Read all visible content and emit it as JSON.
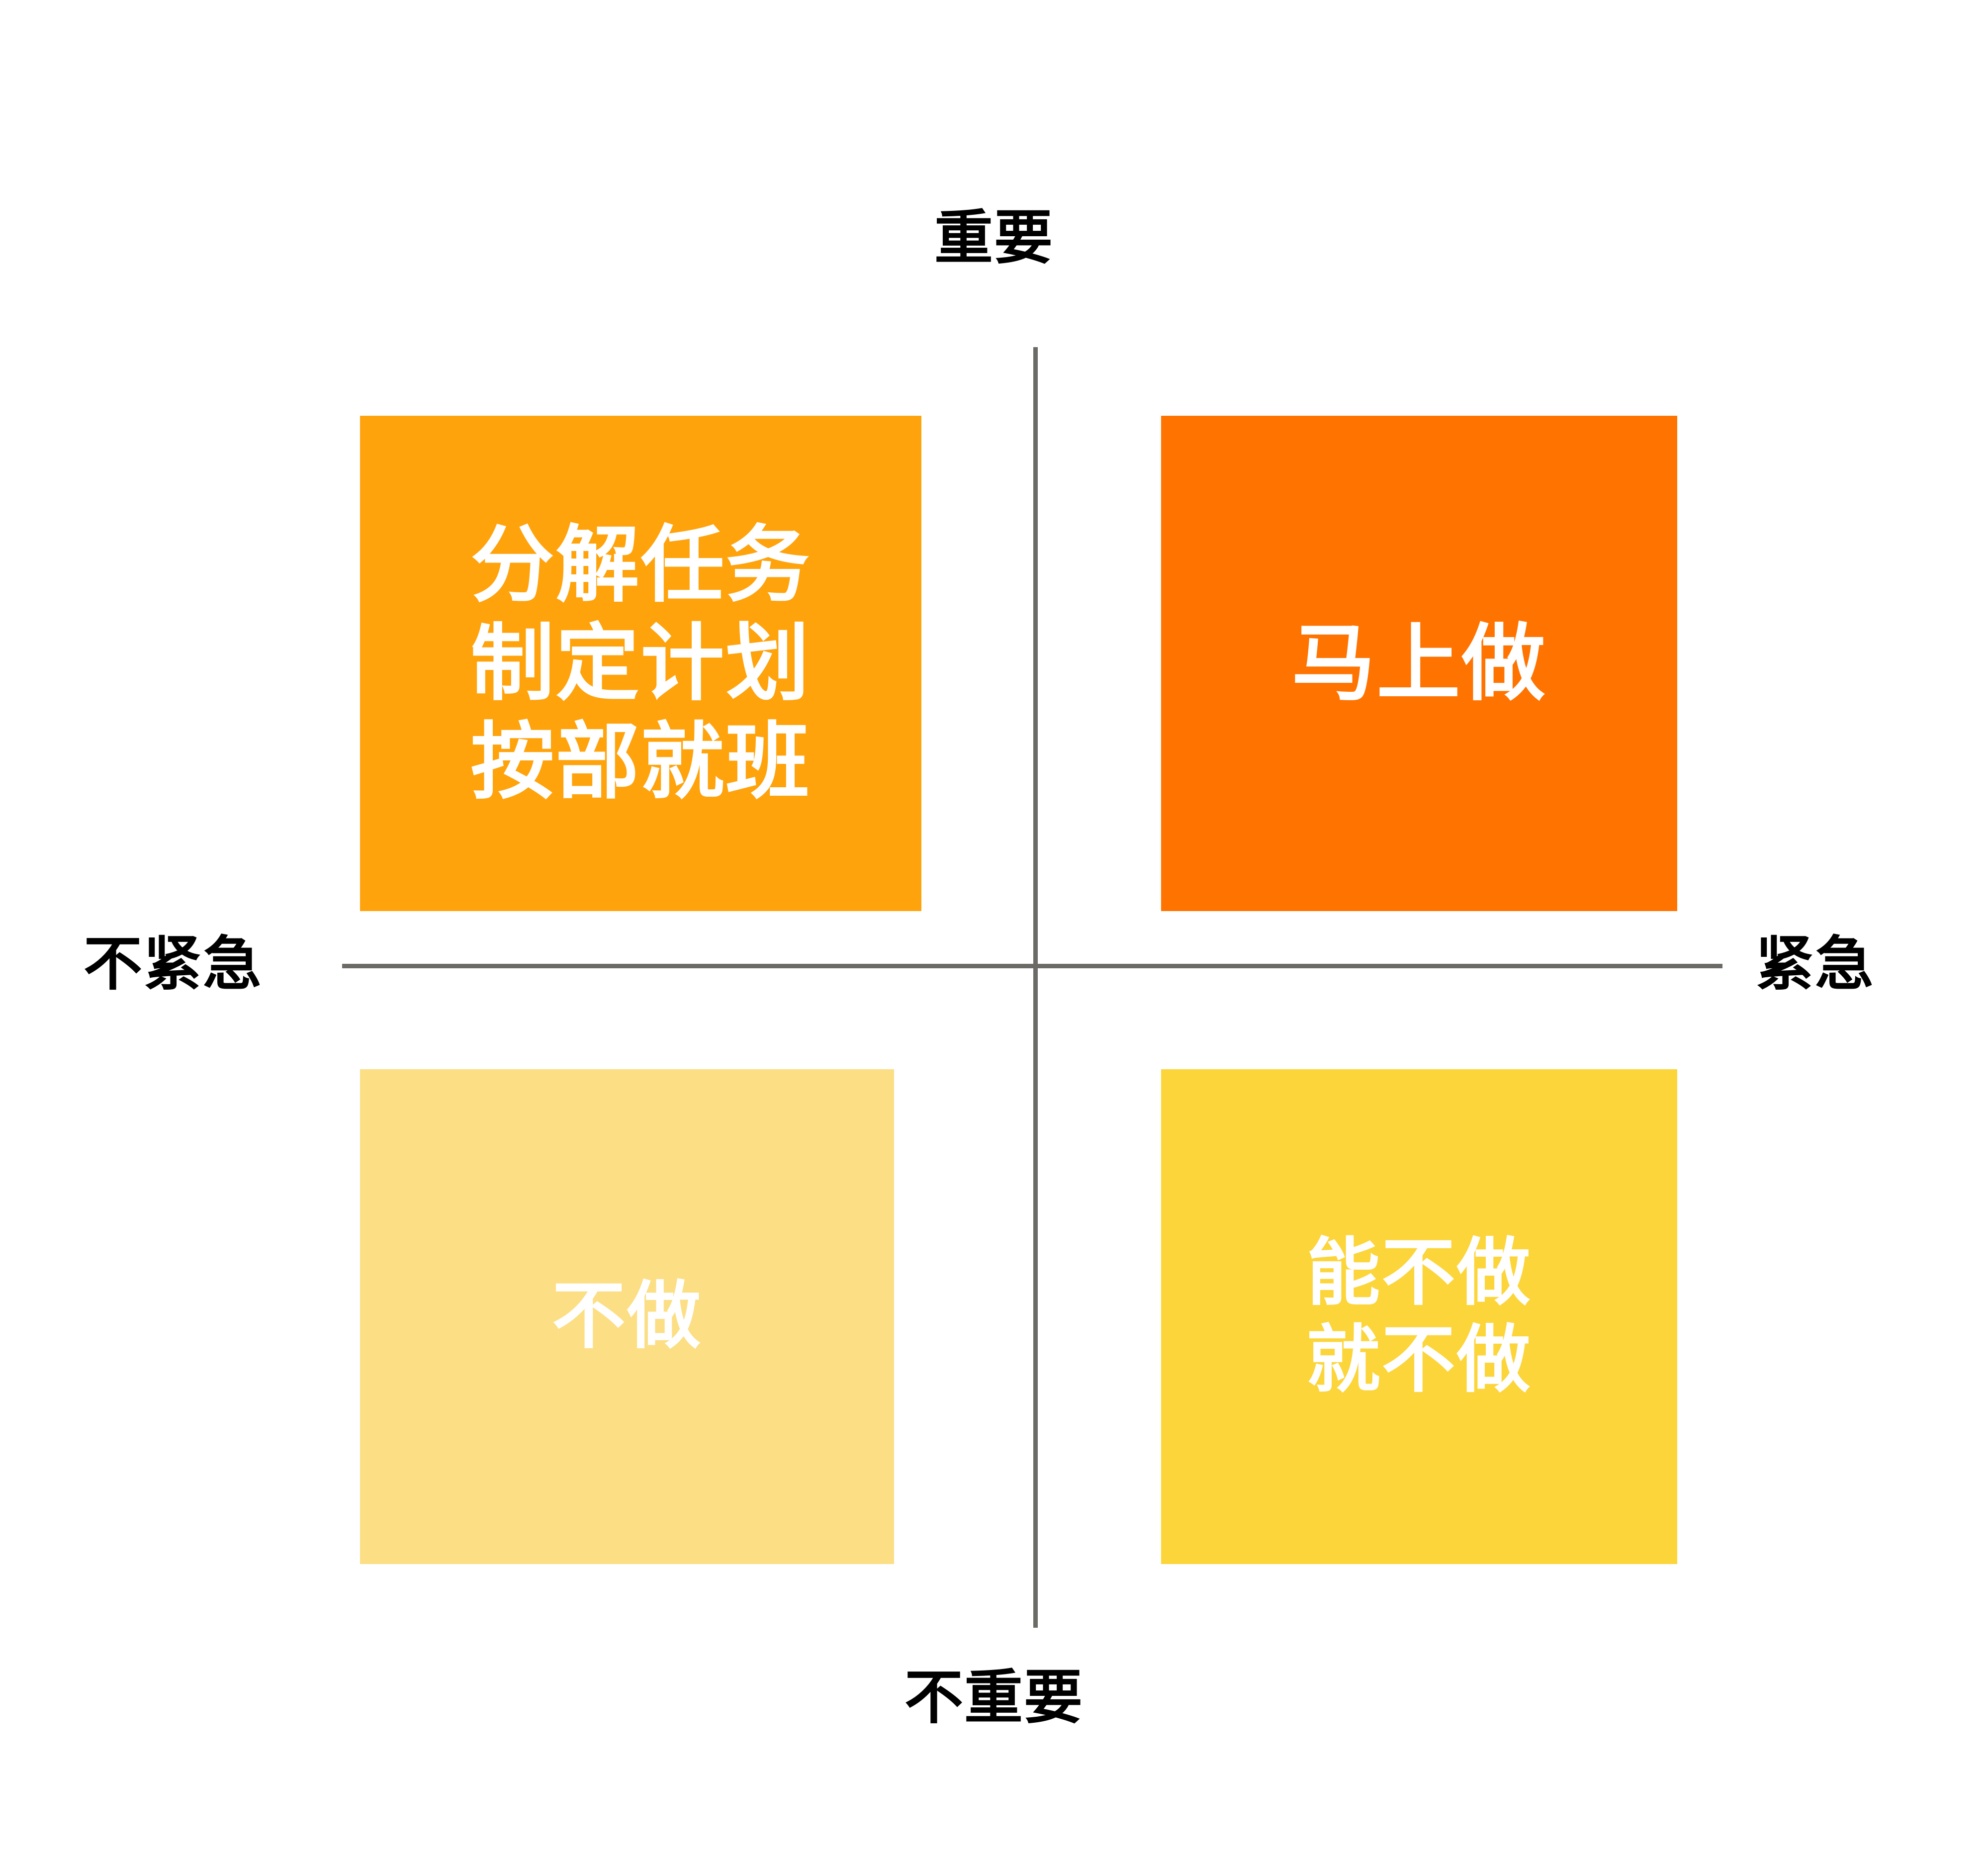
{
  "diagram": {
    "type": "eisenhower-matrix",
    "background_color": "#ffffff",
    "axis_color": "#6b6a66",
    "axes": {
      "top_label": "重要",
      "bottom_label": "不重要",
      "left_label": "不紧急",
      "right_label": "紧急"
    },
    "quadrants": [
      {
        "id": "important-not-urgent",
        "position": "top-left",
        "color": "#ffa30c",
        "text_color": "#ffffff",
        "lines": [
          "分解任务",
          "制定计划",
          "按部就班"
        ],
        "text": "分解任务\n制定计划\n按部就班"
      },
      {
        "id": "important-urgent",
        "position": "top-right",
        "color": "#ff7300",
        "text_color": "#ffffff",
        "lines": [
          "马上做"
        ],
        "text": "马上做"
      },
      {
        "id": "not-important-not-urgent",
        "position": "bottom-left",
        "color": "#fcde85",
        "text_color": "#ffffff",
        "lines": [
          "不做"
        ],
        "text": "不做"
      },
      {
        "id": "not-important-urgent",
        "position": "bottom-right",
        "color": "#fcd53a",
        "text_color": "#ffffff",
        "lines": [
          "能不做",
          "就不做"
        ],
        "text": "能不做\n就不做"
      }
    ]
  }
}
